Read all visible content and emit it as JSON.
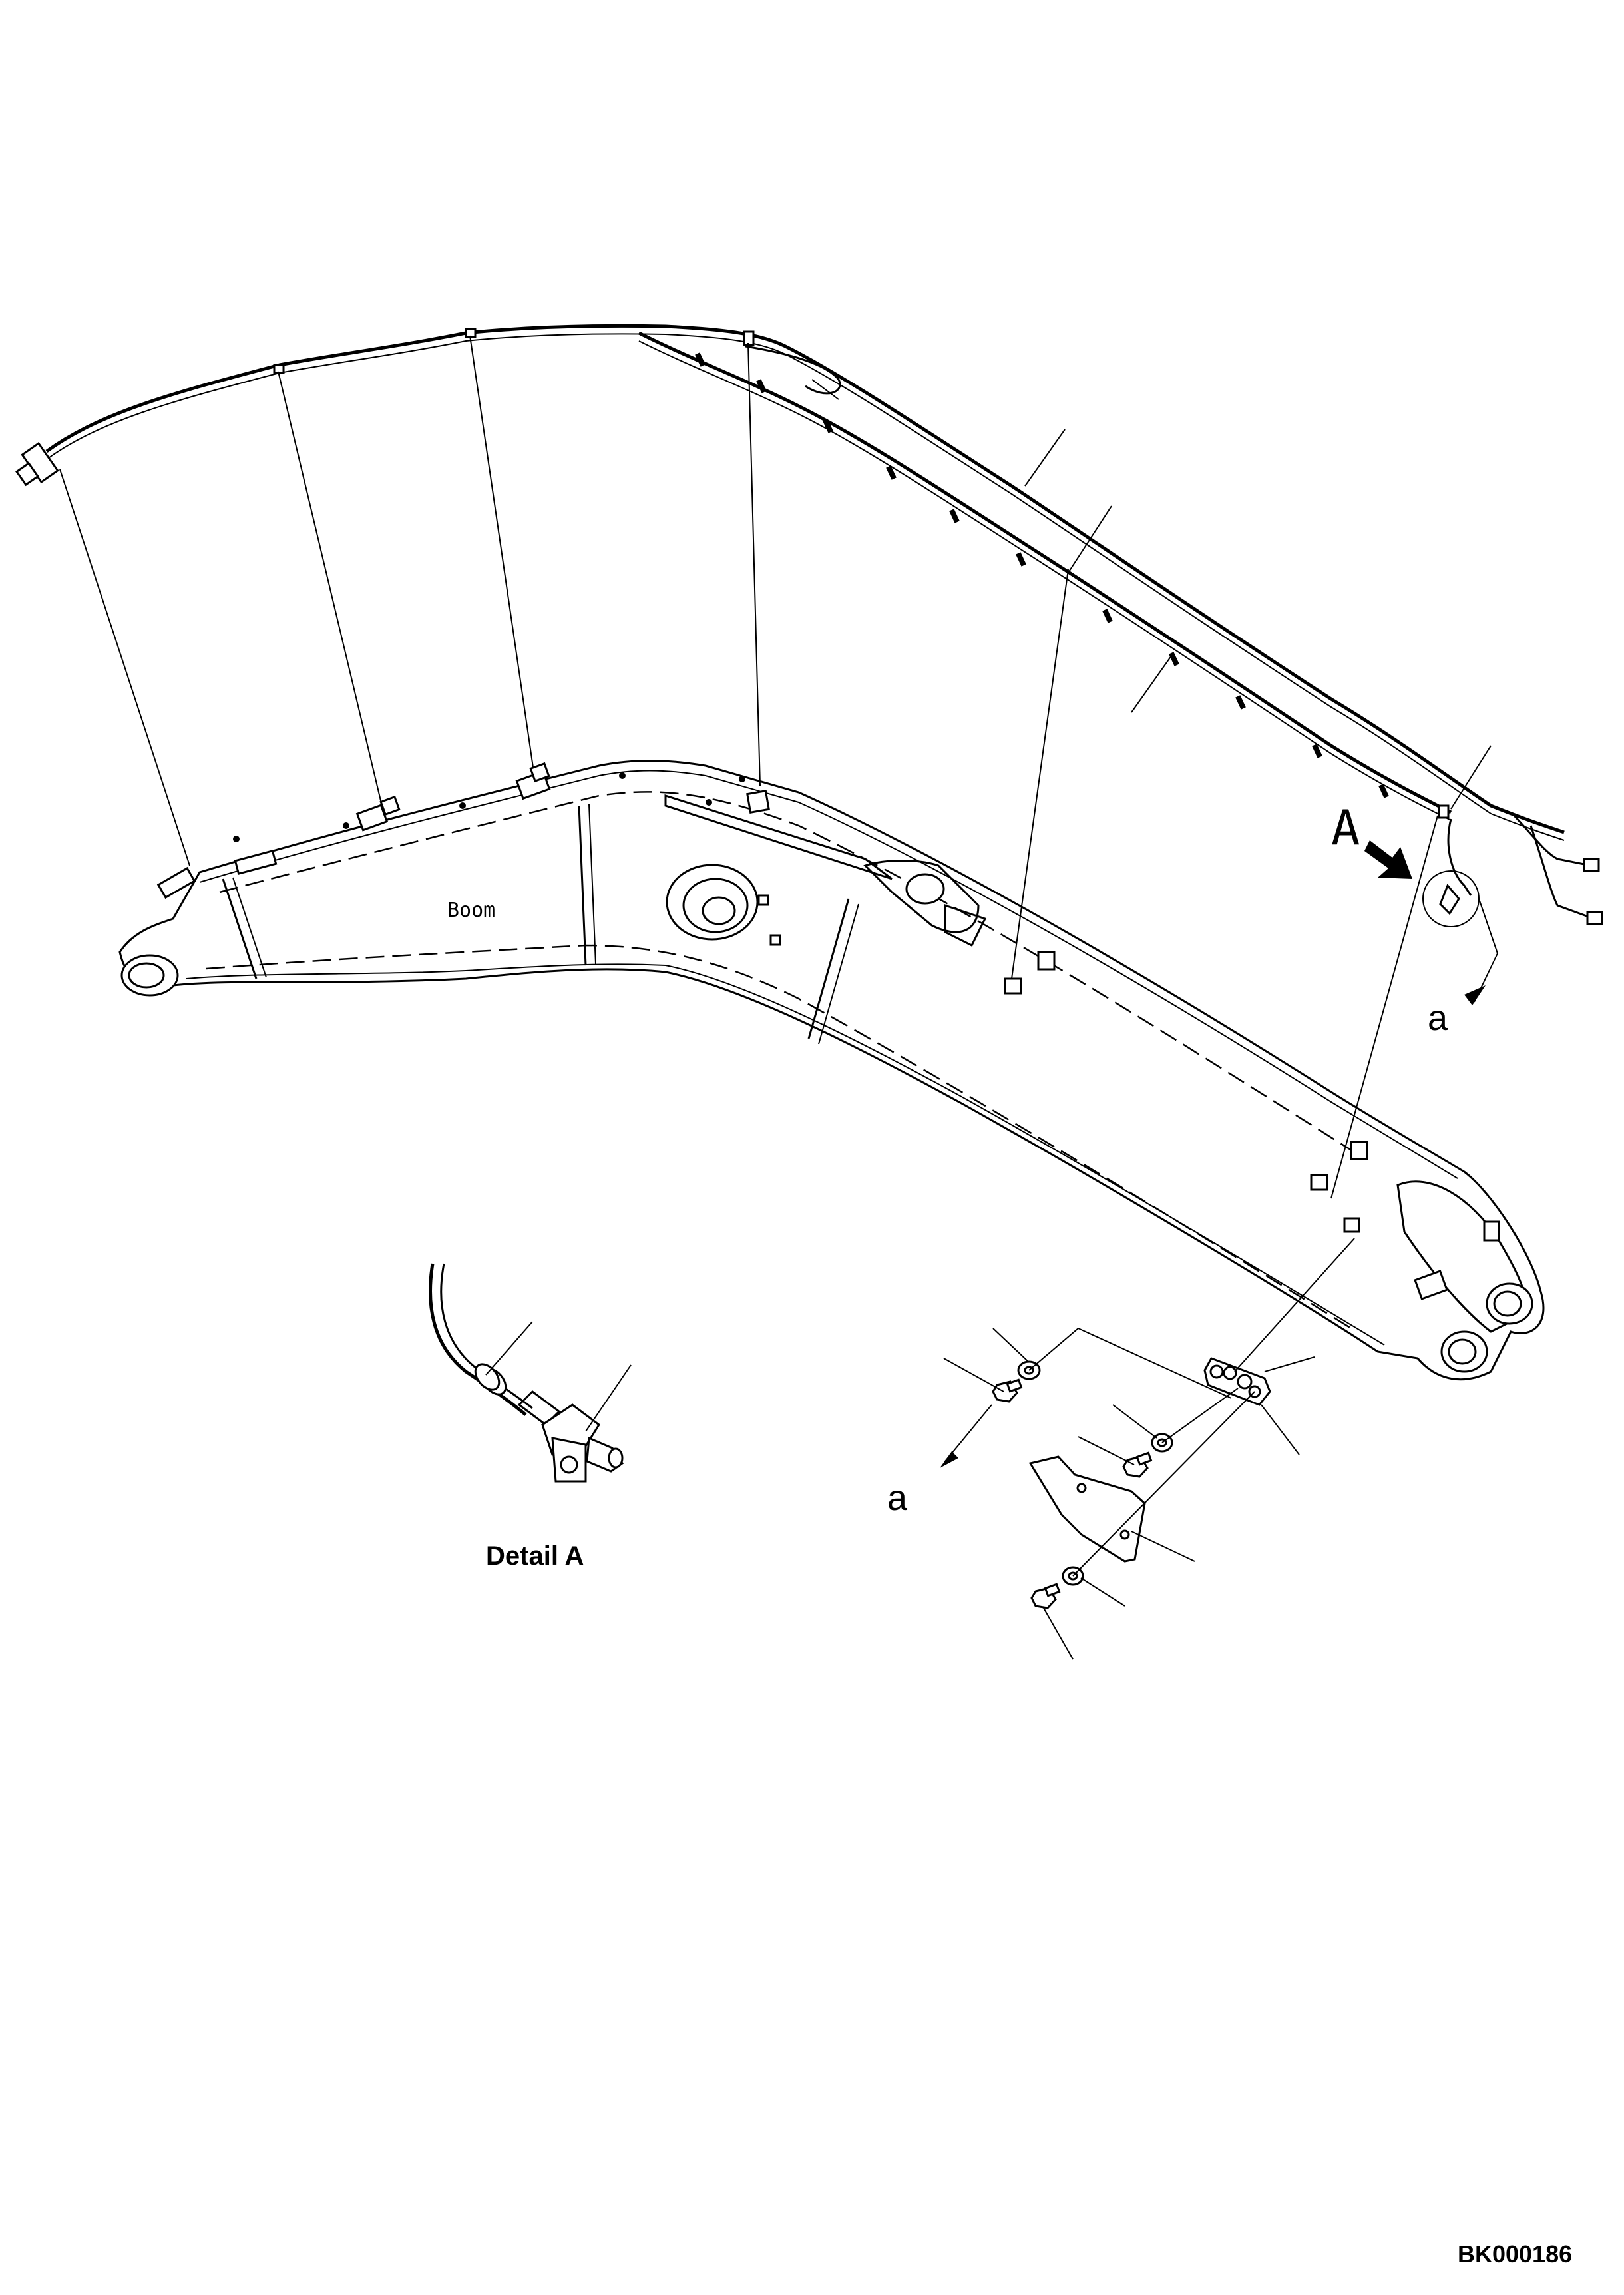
{
  "labels": {
    "boom": "Boom",
    "detail_marker": "A",
    "view_marker_upper": "a",
    "view_marker_lower": "a",
    "detail_caption": "Detail A",
    "drawing_code": "BK000186"
  },
  "colors": {
    "ink": "#000000",
    "paper": "#ffffff"
  }
}
